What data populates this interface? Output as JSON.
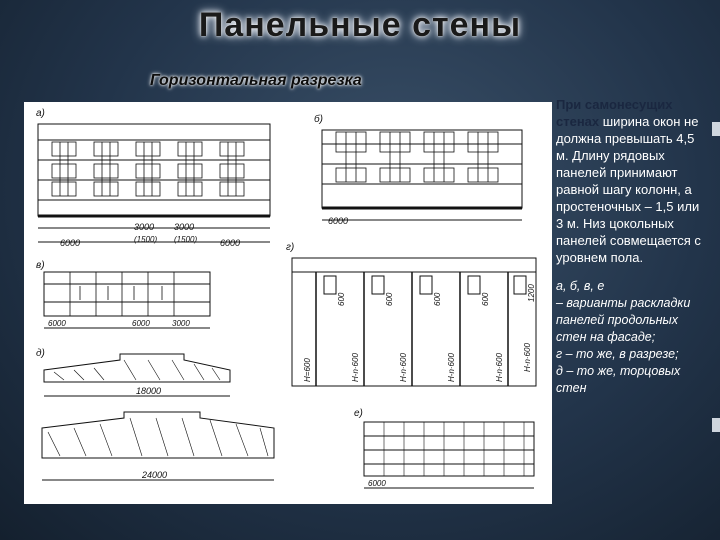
{
  "slide": {
    "title": "Панельные стены",
    "subtitle": "Горизонтальная разрезка"
  },
  "description": {
    "highlight": "При самонесущих стенах",
    "body": " ширина окон не должна превышать 4,5 м. Длину рядовых панелей принимают равной шагу колонн, а простеночных – 1,5 или 3 м. Низ цокольных панелей совмещается с уровнем пола."
  },
  "caption": {
    "line1": "а, б, в, е",
    "line2": "– варианты раскладки панелей продольных стен на фасаде;",
    "line3": "г – то же, в разрезе;",
    "line4": "д – то же, торцовых стен"
  },
  "drawing": {
    "labels": {
      "a": "а)",
      "b": "б)",
      "v": "в)",
      "g": "г)",
      "d": "д)",
      "e": "е)"
    },
    "dims": {
      "a_6000": "6000",
      "a_3000": "3000",
      "a_1500": "(1500)",
      "a_6000b": "6000",
      "a_3000b": "3000",
      "a_1500b": "(1500)",
      "b_6000": "6000",
      "v_6000": "6000",
      "v_6000b": "6000",
      "v_3000": "3000",
      "d_18000": "18000",
      "d_24000": "24000",
      "e_6000": "6000",
      "g_h1": "H=600",
      "g_h2": "H-n·600",
      "g_h3": "H-n·600",
      "g_h4": "H-n·600",
      "g_h5": "H-n·600",
      "g_h6": "H-n·600",
      "g_h7": "600",
      "g_h8": "600",
      "g_h9": "600",
      "g_h10": "600",
      "g_h11": "1200"
    }
  }
}
